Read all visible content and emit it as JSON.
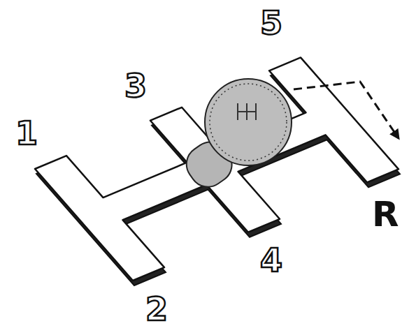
{
  "diagram": {
    "labels": [
      "1",
      "3",
      "5",
      "2",
      "4",
      "R"
    ]
  }
}
